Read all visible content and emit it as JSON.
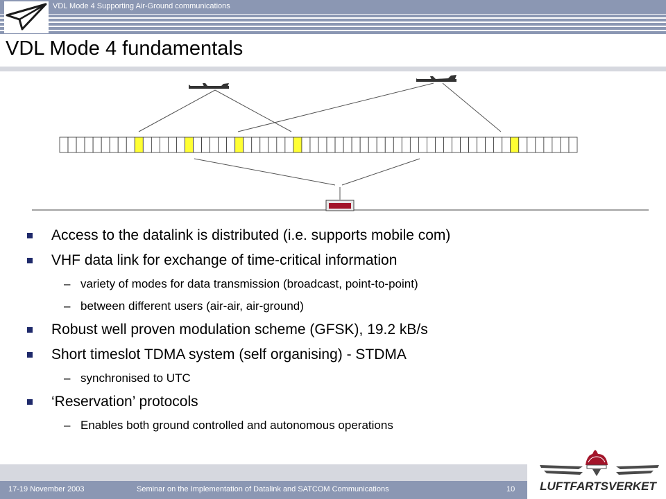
{
  "header": {
    "presentation_title": "VDL Mode 4 Supporting Air-Ground communications",
    "logo_icon": "paper-plane-icon"
  },
  "slide": {
    "title": "VDL Mode 4 fundamentals"
  },
  "diagram": {
    "slot_count": 62,
    "highlighted_slots": [
      9,
      15,
      21,
      28,
      54
    ],
    "highlight_color": "#ffff33",
    "ground_station_color": "#a3152a",
    "icons": [
      "aircraft-icon",
      "aircraft-icon",
      "ground-station-icon"
    ]
  },
  "bullets": [
    {
      "level": 1,
      "text": "Access to the datalink is distributed (i.e. supports mobile com)"
    },
    {
      "level": 1,
      "text": "VHF data link for exchange of time-critical information"
    },
    {
      "level": 2,
      "text": "variety of modes for data transmission (broadcast, point-to-point)"
    },
    {
      "level": 2,
      "text": "between different users (air-air, air-ground)"
    },
    {
      "level": 1,
      "text": "Robust well proven modulation scheme (GFSK), 19.2 kB/s"
    },
    {
      "level": 1,
      "text": "Short timeslot TDMA system (self organising) - STDMA"
    },
    {
      "level": 2,
      "text": "synchronised to UTC"
    },
    {
      "level": 1,
      "text": "‘Reservation’ protocols"
    },
    {
      "level": 2,
      "text": "Enables both ground controlled and autonomous operations"
    }
  ],
  "footer": {
    "date": "17-19 November 2003",
    "seminar": "Seminar on the Implementation of Datalink and SATCOM Communications",
    "page": "10"
  },
  "brand": {
    "name": "LUFTFARTSVERKET",
    "emblem": "crown-wings-emblem-icon"
  },
  "colors": {
    "bar": "#8b97b3",
    "band": "#d6d8df",
    "bullet": "#1f2a6b"
  }
}
